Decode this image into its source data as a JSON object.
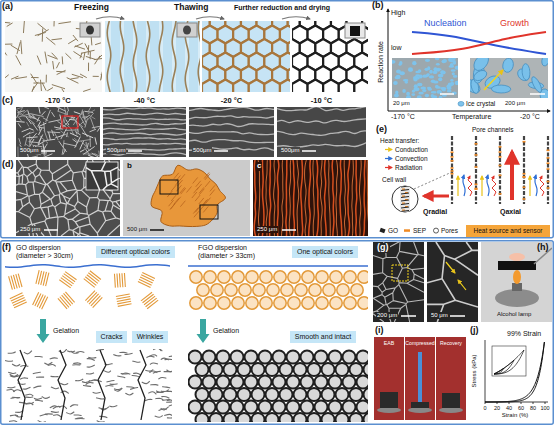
{
  "diagram": {
    "nodes": [
      {
        "text": [
          "Heat source and sensor"
        ]
      },
      {
        "text": [
          "Different optical colors"
        ]
      },
      {
        "text": [
          "One optical colors"
        ]
      },
      {
        "text": [
          "Gelation"
        ]
      },
      {
        "text": [
          "Cracks"
        ]
      },
      {
        "text": [
          "Wrinkles"
        ]
      },
      {
        "text": [
          "Gelation"
        ]
      },
      {
        "text": [
          "Smooth and intact"
        ]
      }
    ],
    "labels": [
      "(a)",
      "Freezing",
      "Thawing",
      "Further reduction and drying",
      "(b)",
      "High",
      "low",
      "Reaction rate",
      "Nucleation",
      "Growth",
      "20 μm",
      "200 μm",
      "-170 °C",
      "Temperature",
      "-20 °C",
      "(c)",
      "-170 °C",
      "-40 °C",
      "-20 °C",
      "-10 °C",
      "500μm",
      "500μm",
      "500μm",
      "500μm",
      "(d)",
      "250 μm",
      "b",
      "500 μm",
      "c",
      "250 μm",
      "(e)",
      "Heat transfer:",
      "Pore channels",
      "Cell wall",
      "Qradial",
      "Qaxial",
      "(f)",
      "GO dispersion (diameter > 30cm)",
      "FGO dispersion (diameter > 33cm)",
      "(g)",
      "200 μm",
      "50 μm",
      "(h)",
      "Alcohol lamp",
      "(i)",
      "EAB",
      "Compressed",
      "Recovery",
      "(j)",
      "99% Strain",
      "Stress (kPa)",
      "Strain (%)",
      "0",
      "20",
      "40",
      "60",
      "80",
      "100"
    ],
    "legend": [
      {
        "text": "Conduction"
      },
      {
        "text": "Convection"
      },
      {
        "text": "Radiation"
      },
      {
        "text": "GO"
      },
      {
        "text": "SEP"
      },
      {
        "text": "Pores"
      },
      {
        "text": "Ice crystal"
      }
    ]
  }
}
